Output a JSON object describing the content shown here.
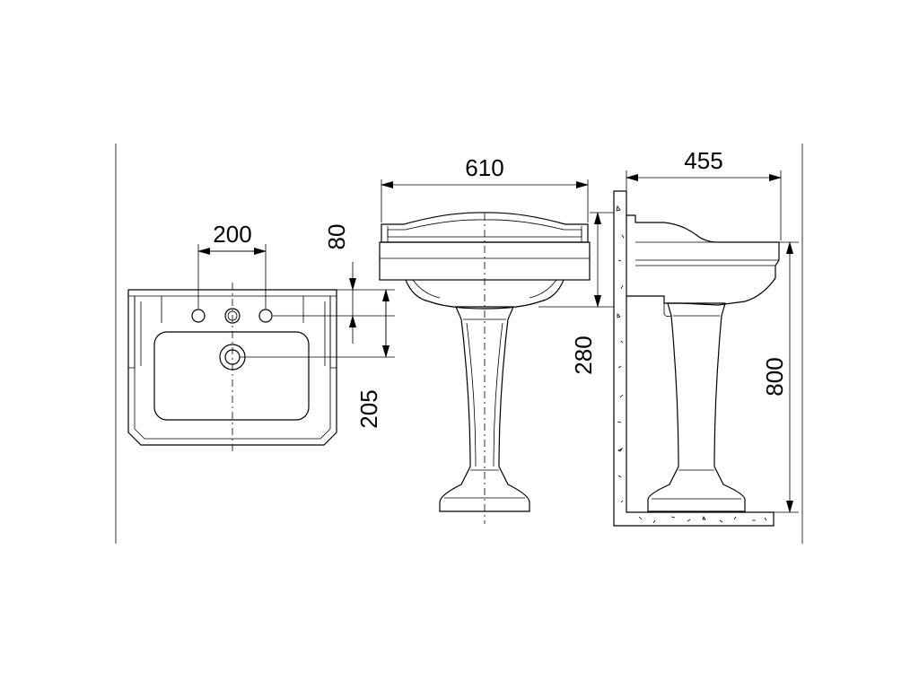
{
  "dimensions": {
    "tap_spacing": "200",
    "overflow_depth": "80",
    "basin_depth": "205",
    "overall_width": "610",
    "basin_height": "280",
    "projection": "455",
    "overall_height": "800"
  }
}
